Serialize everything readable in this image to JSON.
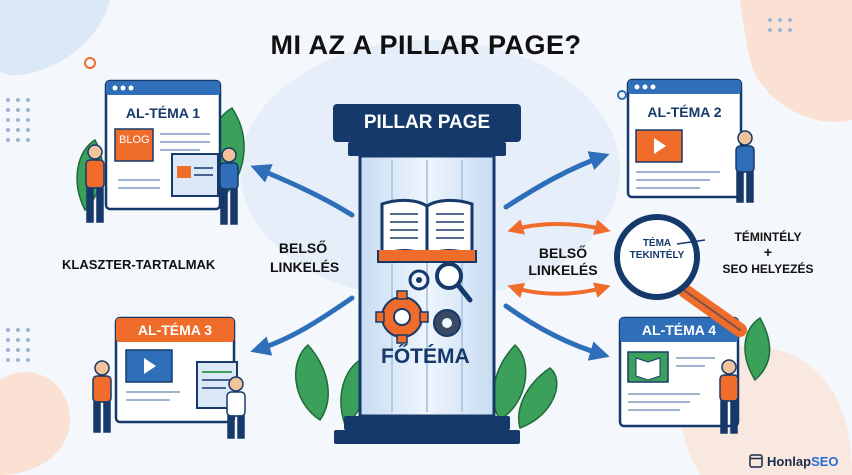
{
  "title": "MI AZ A PILLAR PAGE?",
  "pillar": {
    "header": "PILLAR PAGE",
    "main_label": "FŐTÉMA"
  },
  "subtopics": {
    "t1": {
      "label": "AL-TÉMA 1",
      "tag": "BLOG"
    },
    "t2": {
      "label": "AL-TÉMA 2"
    },
    "t3": {
      "label": "AL-TÉMA 3"
    },
    "t4": {
      "label": "AL-TÉMA 4"
    }
  },
  "labels": {
    "cluster": "KLASZTER-TARTALMAK",
    "internal_left_1": "BELSŐ",
    "internal_left_2": "LINKELÉS",
    "internal_right_1": "BELSŐ",
    "internal_right_2": "LINKELÉS",
    "magnifier_1": "TÉMA",
    "magnifier_2": "TEKINTÉLY",
    "benefit_1": "TÉMINTÉLY",
    "plus": "+",
    "benefit_2": "SEO HELYEZÉS"
  },
  "brand": {
    "part1": "Honlap",
    "part2": "SEO"
  },
  "colors": {
    "navy": "#16396b",
    "orange": "#ef6c2a",
    "blue": "#2f6fba",
    "green": "#3aa05a",
    "light_blue": "#dbe8f7"
  }
}
